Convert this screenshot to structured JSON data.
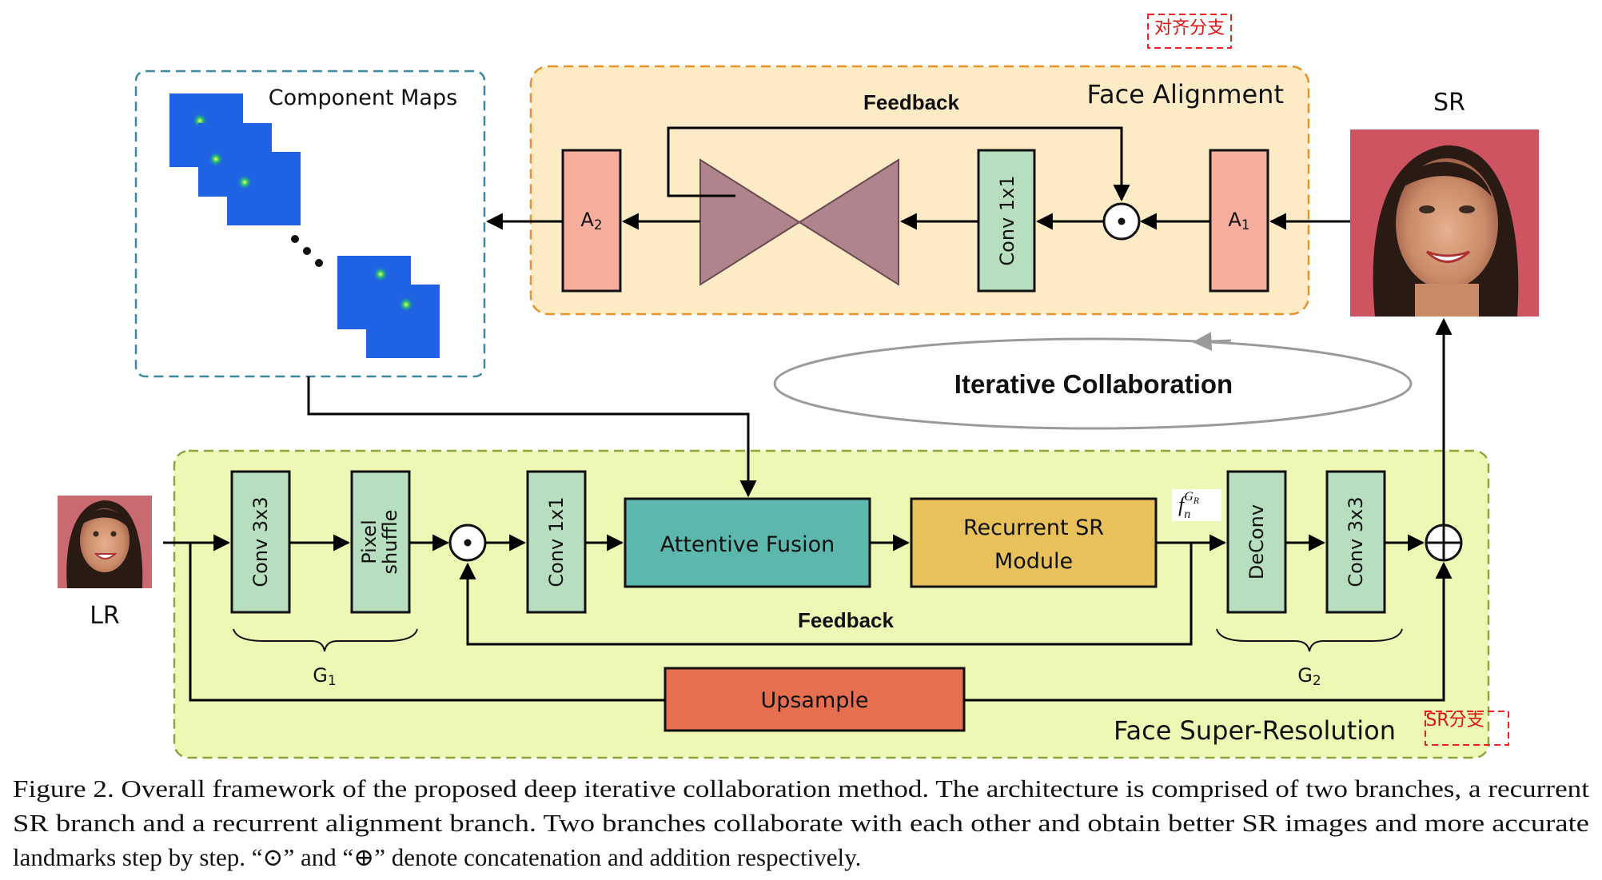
{
  "diagram": {
    "face_alignment": {
      "title": "Face Alignment",
      "feedback_label": "Feedback",
      "a1_label": "A1",
      "a2_label": "A2",
      "conv_label": "Conv 1x1"
    },
    "component_maps": {
      "title": "Component Maps"
    },
    "sr_output_label": "SR",
    "lr_input_label": "LR",
    "iterative_label": "Iterative Collaboration",
    "face_sr": {
      "title": "Face Super-Resolution",
      "conv3x3_label": "Conv 3x3",
      "pixel_shuffle_line1": "Pixel",
      "pixel_shuffle_line2": "shuffle",
      "conv1x1_label": "Conv 1x1",
      "attentive_fusion_label": "Attentive Fusion",
      "recurrent_line1": "Recurrent SR",
      "recurrent_line2": "Module",
      "feature_label": "f",
      "feature_sub": "n",
      "feature_sup": "G",
      "feature_sup_sub": "R",
      "deconv_label": "DeConv",
      "conv3x3b_label": "Conv 3x3",
      "feedback_label": "Feedback",
      "g1_label": "G1",
      "g2_label": "G2",
      "upsample_label": "Upsample"
    },
    "annotations": {
      "align_branch": "对齐分支",
      "sr_branch": "SR分支"
    },
    "caption": {
      "line1": "Figure 2. Overall framework of the proposed deep iterative collaboration method. The architecture is comprised of two branches, a recurrent",
      "line2": "SR branch and a recurrent alignment branch.  Two branches collaborate with each other and obtain better SR images and more accurate",
      "line3": "landmarks step by step. “⊙” and “⊕” denote concatenation and addition respectively."
    }
  }
}
